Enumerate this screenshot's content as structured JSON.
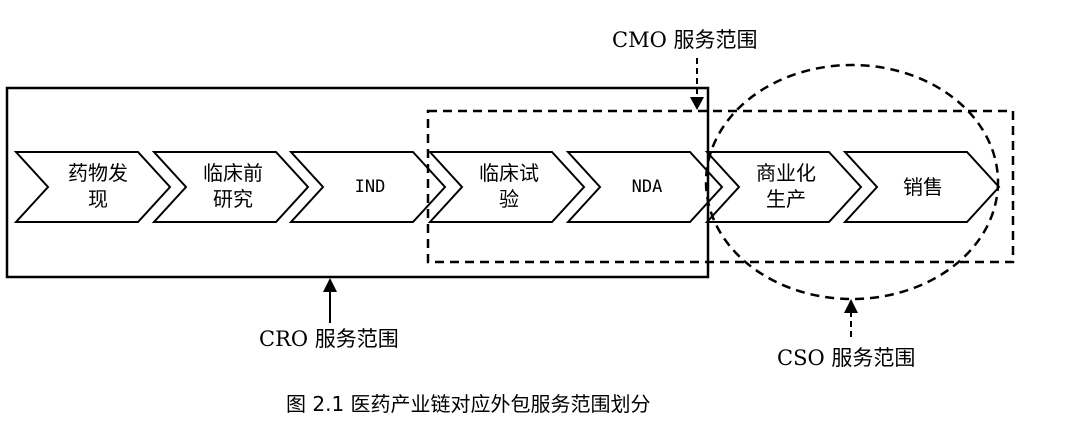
{
  "steps": [
    {
      "line1": "药物发",
      "line2": "现"
    },
    {
      "line1": "临床前",
      "line2": "研究"
    },
    {
      "line1": "IND",
      "line2": ""
    },
    {
      "line1": "临床试",
      "line2": "验"
    },
    {
      "line1": "NDA",
      "line2": ""
    },
    {
      "line1": "商业化",
      "line2": "生产"
    },
    {
      "line1": "销售",
      "line2": ""
    }
  ],
  "labels": {
    "cmo": "CMO 服务范围",
    "cro": "CRO 服务范围",
    "cso": "CSO 服务范围"
  },
  "caption": "图 2.1  医药产业链对应外包服务范围划分"
}
